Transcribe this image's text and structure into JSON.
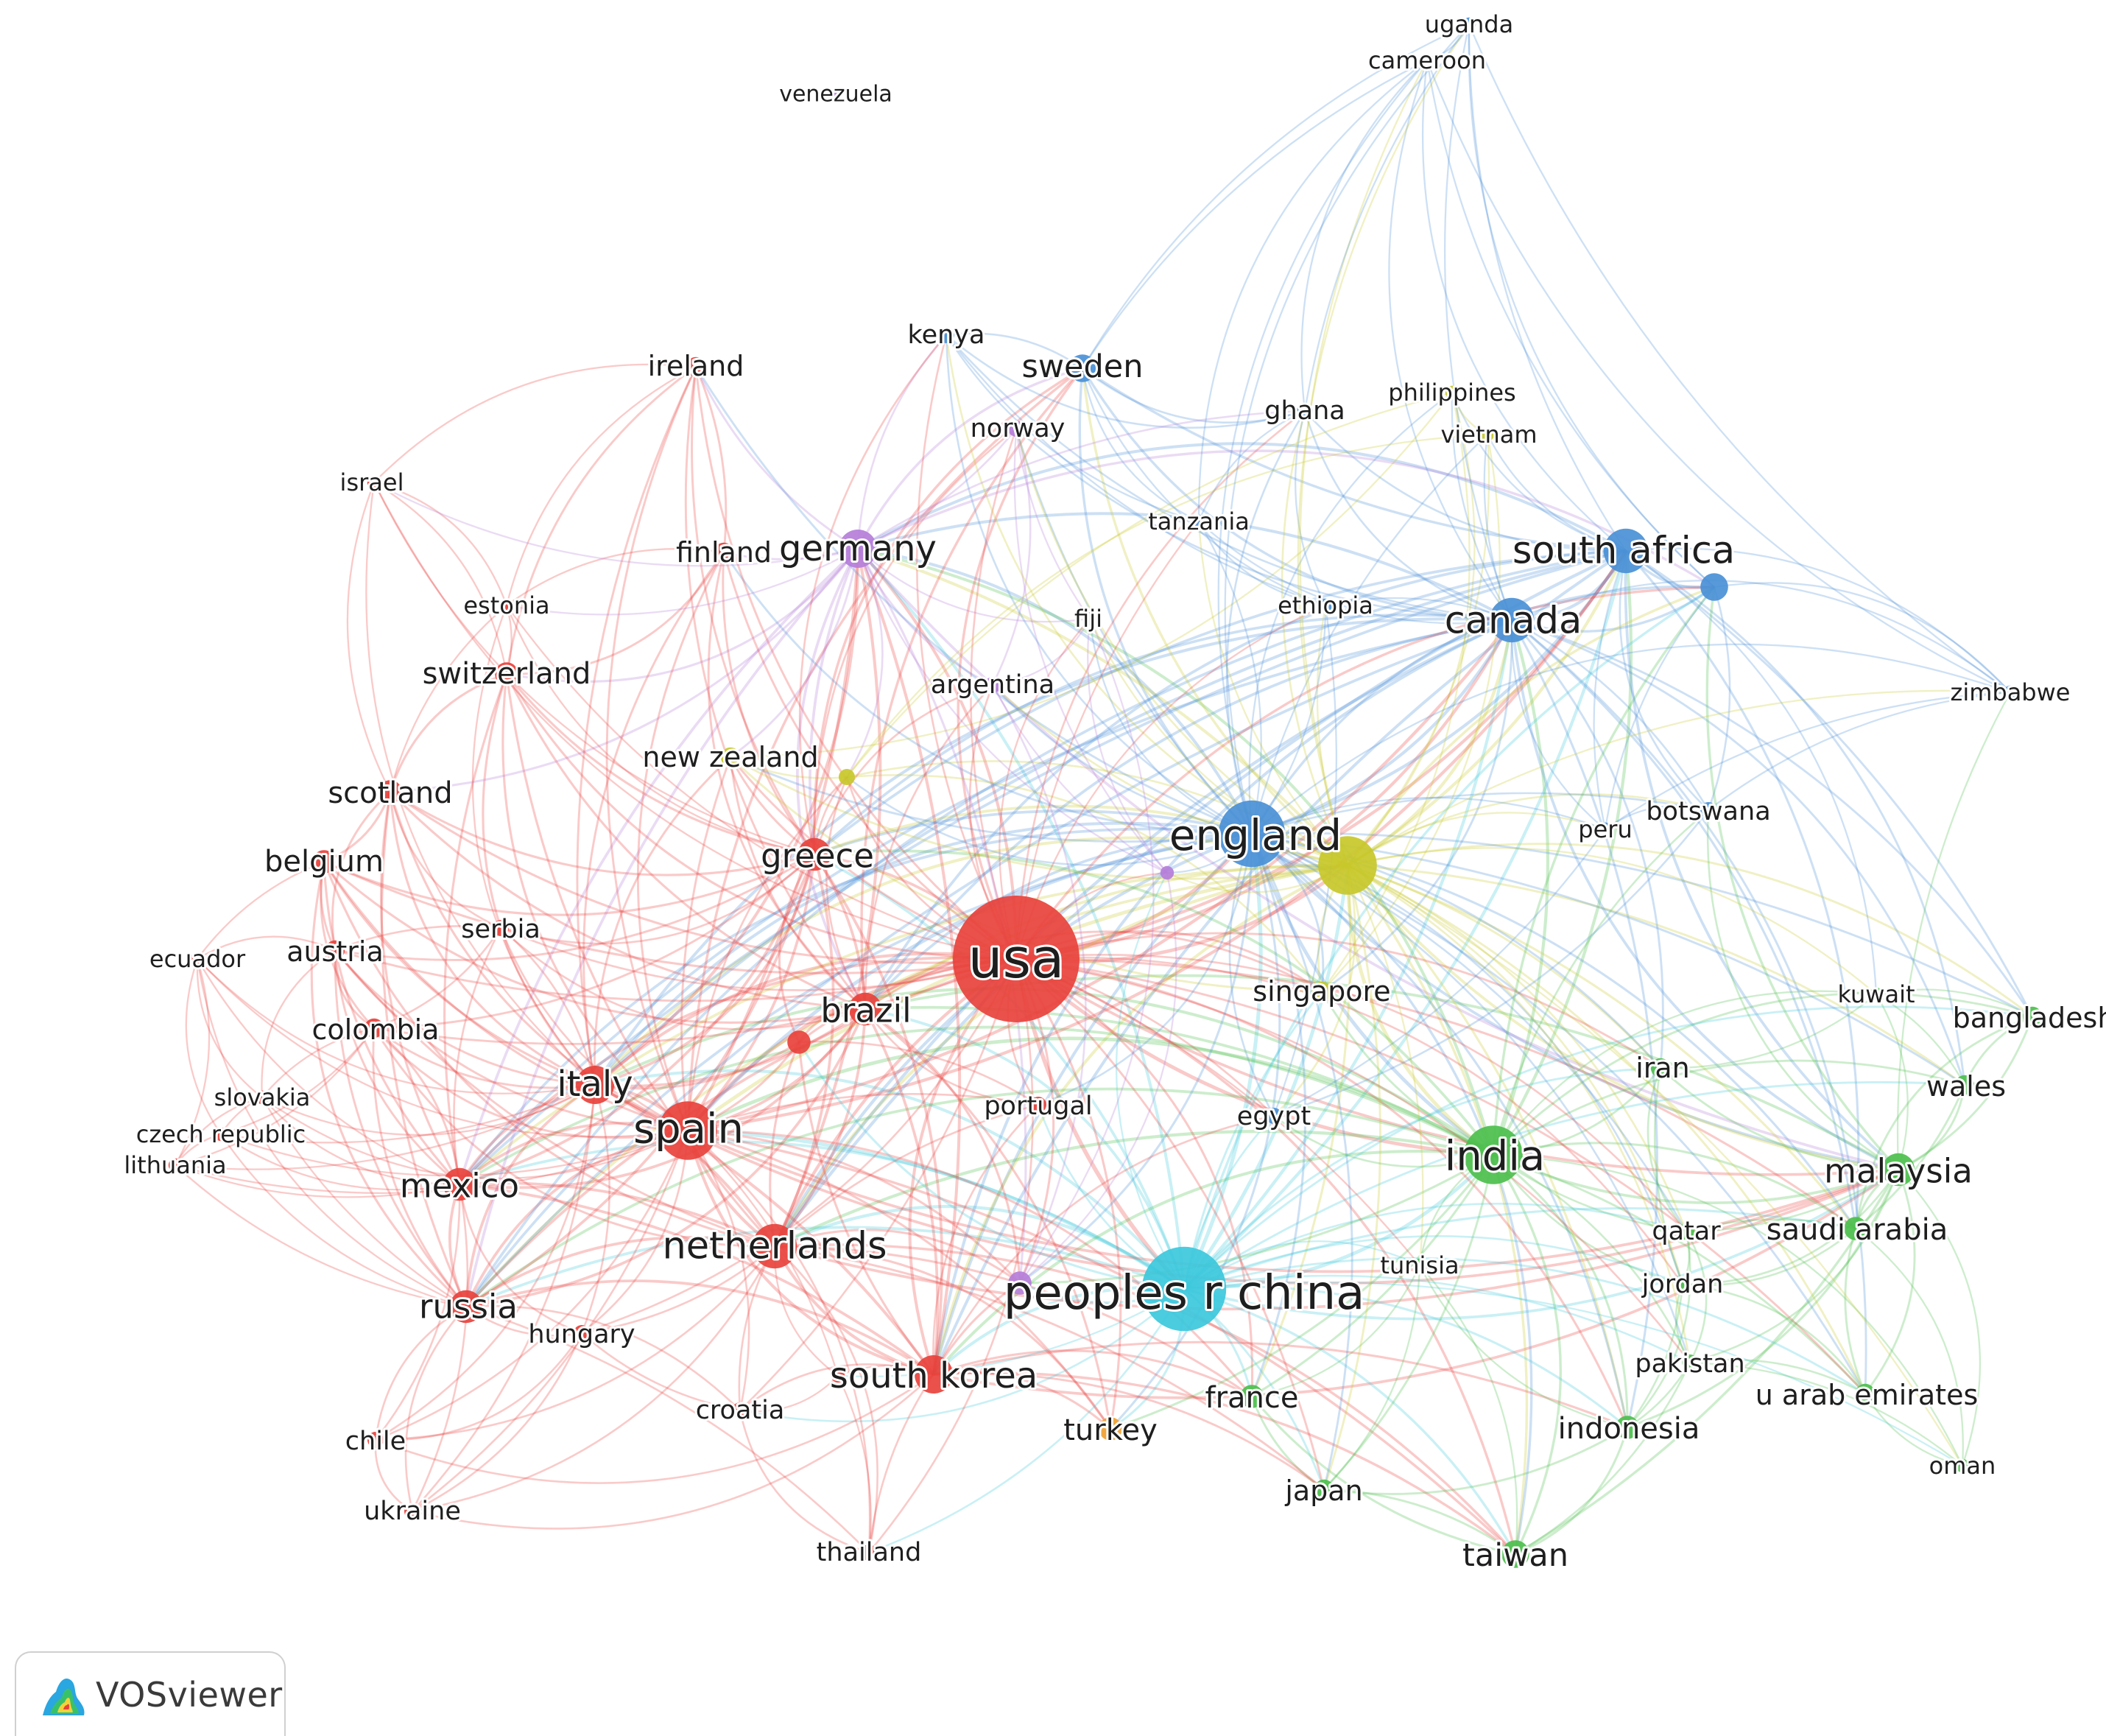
{
  "brand": {
    "name": "VOSviewer",
    "logo_icon": "vosviewer-density-logo-icon"
  },
  "clusters": {
    "red": "#e8423c",
    "green": "#4cbf4c",
    "blue": "#4a90d6",
    "yellow": "#c8c82a",
    "purple": "#b57ed9",
    "cyan": "#3cc8dc",
    "orange": "#f0a030"
  },
  "nodes": [
    {
      "id": "usa",
      "label": "usa",
      "cluster": "red",
      "weight": 10
    },
    {
      "id": "peoples-r-china",
      "label": "peoples r china",
      "cluster": "cyan",
      "weight": 8
    },
    {
      "id": "england",
      "label": "england",
      "cluster": "blue",
      "weight": 7
    },
    {
      "id": "yellow-hub",
      "label": "",
      "cluster": "yellow",
      "weight": 6.5
    },
    {
      "id": "india",
      "label": "india",
      "cluster": "green",
      "weight": 6.5
    },
    {
      "id": "spain",
      "label": "spain",
      "cluster": "red",
      "weight": 6.5
    },
    {
      "id": "canada",
      "label": "canada",
      "cluster": "blue",
      "weight": 5.5
    },
    {
      "id": "south-africa",
      "label": "south africa",
      "cluster": "blue",
      "weight": 5.5
    },
    {
      "id": "netherlands",
      "label": "netherlands",
      "cluster": "red",
      "weight": 5.5
    },
    {
      "id": "south-korea",
      "label": "south korea",
      "cluster": "red",
      "weight": 5
    },
    {
      "id": "italy",
      "label": "italy",
      "cluster": "red",
      "weight": 5
    },
    {
      "id": "germany",
      "label": "germany",
      "cluster": "purple",
      "weight": 5
    },
    {
      "id": "malaysia",
      "label": "malaysia",
      "cluster": "green",
      "weight": 4.5
    },
    {
      "id": "brazil",
      "label": "brazil",
      "cluster": "red",
      "weight": 4.5
    },
    {
      "id": "mexico",
      "label": "mexico",
      "cluster": "red",
      "weight": 4.5
    },
    {
      "id": "russia",
      "label": "russia",
      "cluster": "red",
      "weight": 4.5
    },
    {
      "id": "greece",
      "label": "greece",
      "cluster": "red",
      "weight": 4.5
    },
    {
      "id": "sweden",
      "label": "sweden",
      "cluster": "blue",
      "weight": 4
    },
    {
      "id": "taiwan",
      "label": "taiwan",
      "cluster": "green",
      "weight": 4
    },
    {
      "id": "france",
      "label": "france",
      "cluster": "green",
      "weight": 3.5
    },
    {
      "id": "turkey",
      "label": "turkey",
      "cluster": "orange",
      "weight": 3.5
    },
    {
      "id": "saudi-arabia",
      "label": "saudi arabia",
      "cluster": "green",
      "weight": 3.5
    },
    {
      "id": "indonesia",
      "label": "indonesia",
      "cluster": "green",
      "weight": 3.5
    },
    {
      "id": "u-arab-emirates",
      "label": "u arab emirates",
      "cluster": "green",
      "weight": 3
    },
    {
      "id": "switzerland",
      "label": "switzerland",
      "cluster": "red",
      "weight": 3.5
    },
    {
      "id": "belgium",
      "label": "belgium",
      "cluster": "red",
      "weight": 3.5
    },
    {
      "id": "scotland",
      "label": "scotland",
      "cluster": "red",
      "weight": 3.5
    },
    {
      "id": "austria",
      "label": "austria",
      "cluster": "red",
      "weight": 3
    },
    {
      "id": "colombia",
      "label": "colombia",
      "cluster": "red",
      "weight": 3
    },
    {
      "id": "finland",
      "label": "finland",
      "cluster": "red",
      "weight": 3
    },
    {
      "id": "ireland",
      "label": "ireland",
      "cluster": "red",
      "weight": 3
    },
    {
      "id": "new-zealand",
      "label": "new zealand",
      "cluster": "yellow",
      "weight": 3
    },
    {
      "id": "singapore",
      "label": "singapore",
      "cluster": "yellow",
      "weight": 3
    },
    {
      "id": "bangladesh",
      "label": "bangladesh",
      "cluster": "green",
      "weight": 3
    },
    {
      "id": "wales",
      "label": "wales",
      "cluster": "green",
      "weight": 3
    },
    {
      "id": "iran",
      "label": "iran",
      "cluster": "green",
      "weight": 3
    },
    {
      "id": "japan",
      "label": "japan",
      "cluster": "green",
      "weight": 3
    },
    {
      "id": "jordan",
      "label": "jordan",
      "cluster": "green",
      "weight": 2.5
    },
    {
      "id": "pakistan",
      "label": "pakistan",
      "cluster": "green",
      "weight": 2.5
    },
    {
      "id": "qatar",
      "label": "qatar",
      "cluster": "green",
      "weight": 2.5
    },
    {
      "id": "argentina",
      "label": "argentina",
      "cluster": "purple",
      "weight": 2.5
    },
    {
      "id": "norway",
      "label": "norway",
      "cluster": "purple",
      "weight": 2.5
    },
    {
      "id": "purple-mid",
      "label": "",
      "cluster": "purple",
      "weight": 3.5
    },
    {
      "id": "kenya",
      "label": "kenya",
      "cluster": "blue",
      "weight": 2.5
    },
    {
      "id": "ghana",
      "label": "ghana",
      "cluster": "blue",
      "weight": 2.5
    },
    {
      "id": "botswana",
      "label": "botswana",
      "cluster": "blue",
      "weight": 2.5
    },
    {
      "id": "blue-east",
      "label": "",
      "cluster": "blue",
      "weight": 4
    },
    {
      "id": "egypt",
      "label": "egypt",
      "cluster": "blue",
      "weight": 2.5
    },
    {
      "id": "portugal",
      "label": "portugal",
      "cluster": "red",
      "weight": 2.5
    },
    {
      "id": "hungary",
      "label": "hungary",
      "cluster": "red",
      "weight": 2.5
    },
    {
      "id": "croatia",
      "label": "croatia",
      "cluster": "red",
      "weight": 2.5
    },
    {
      "id": "thailand",
      "label": "thailand",
      "cluster": "red",
      "weight": 2.5
    },
    {
      "id": "chile",
      "label": "chile",
      "cluster": "red",
      "weight": 2.5
    },
    {
      "id": "ukraine",
      "label": "ukraine",
      "cluster": "red",
      "weight": 2.5
    },
    {
      "id": "serbia",
      "label": "serbia",
      "cluster": "red",
      "weight": 2.5
    },
    {
      "id": "estonia",
      "label": "estonia",
      "cluster": "red",
      "weight": 2
    },
    {
      "id": "israel",
      "label": "israel",
      "cluster": "red",
      "weight": 2
    },
    {
      "id": "ecuador",
      "label": "ecuador",
      "cluster": "red",
      "weight": 2
    },
    {
      "id": "slovakia",
      "label": "slovakia",
      "cluster": "red",
      "weight": 2
    },
    {
      "id": "czech-republic",
      "label": "czech republic",
      "cluster": "red",
      "weight": 2
    },
    {
      "id": "lithuania",
      "label": "lithuania",
      "cluster": "red",
      "weight": 2
    },
    {
      "id": "red-mid",
      "label": "",
      "cluster": "red",
      "weight": 3.5
    },
    {
      "id": "red-small",
      "label": "",
      "cluster": "red",
      "weight": 2
    },
    {
      "id": "tanzania",
      "label": "tanzania",
      "cluster": "blue",
      "weight": 2
    },
    {
      "id": "ethiopia",
      "label": "ethiopia",
      "cluster": "blue",
      "weight": 2
    },
    {
      "id": "fiji",
      "label": "fiji",
      "cluster": "purple",
      "weight": 2
    },
    {
      "id": "philippines",
      "label": "philippines",
      "cluster": "yellow",
      "weight": 2
    },
    {
      "id": "vietnam",
      "label": "vietnam",
      "cluster": "yellow",
      "weight": 2
    },
    {
      "id": "yellow-small",
      "label": "",
      "cluster": "yellow",
      "weight": 2.5
    },
    {
      "id": "purple-small",
      "label": "",
      "cluster": "purple",
      "weight": 2
    },
    {
      "id": "peru",
      "label": "peru",
      "cluster": "blue",
      "weight": 2
    },
    {
      "id": "kuwait",
      "label": "kuwait",
      "cluster": "green",
      "weight": 2
    },
    {
      "id": "tunisia",
      "label": "tunisia",
      "cluster": "green",
      "weight": 2
    },
    {
      "id": "oman",
      "label": "oman",
      "cluster": "green",
      "weight": 2
    },
    {
      "id": "zimbabwe",
      "label": "zimbabwe",
      "cluster": "blue",
      "weight": 2
    },
    {
      "id": "cameroon",
      "label": "cameroon",
      "cluster": "blue",
      "weight": 2
    },
    {
      "id": "uganda",
      "label": "uganda",
      "cluster": "blue",
      "weight": 2
    },
    {
      "id": "venezuela",
      "label": "venezuela",
      "cluster": "purple",
      "weight": 1.5
    }
  ]
}
